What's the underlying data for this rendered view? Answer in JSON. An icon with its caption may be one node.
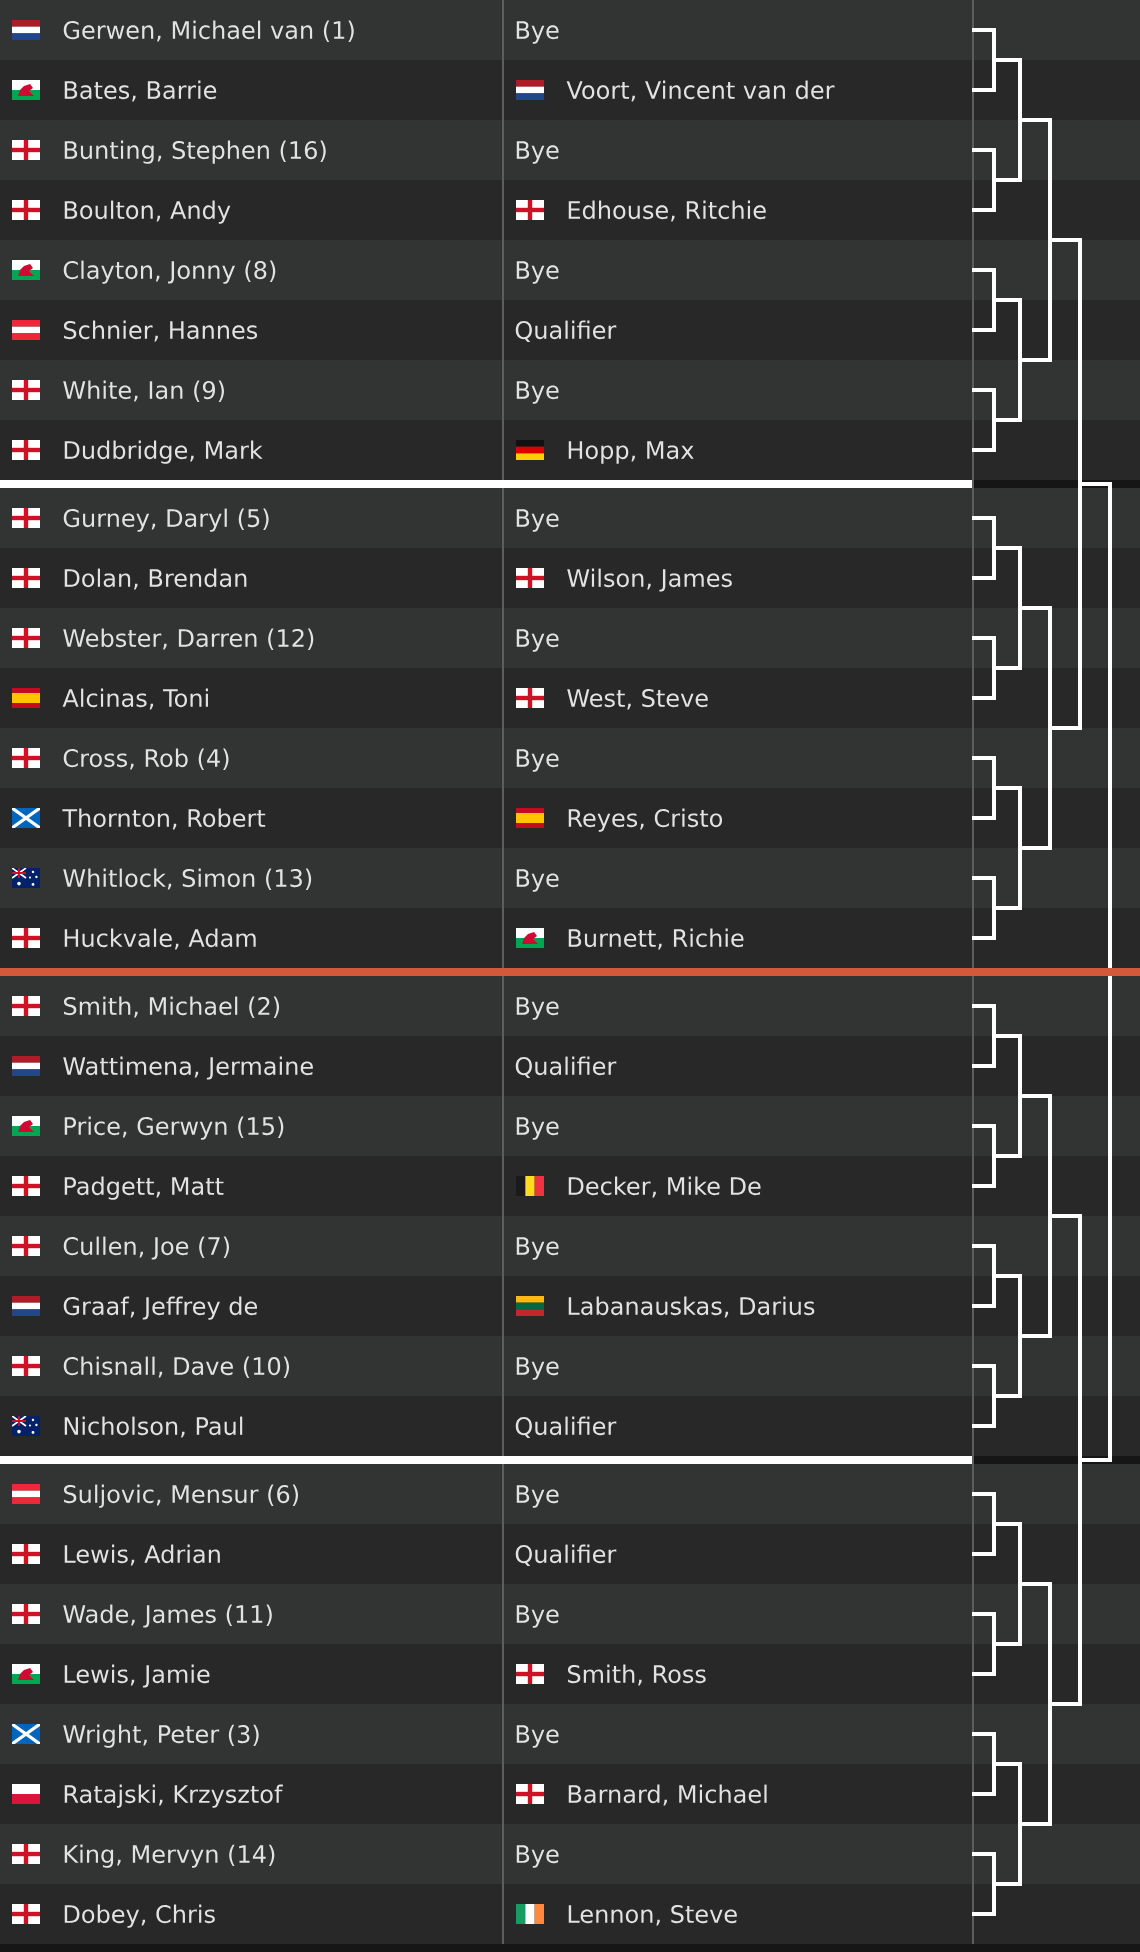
{
  "diagram": {
    "labels": [
      "Gerwen, Michael van (1)",
      "Bye",
      "Bates, Barrie",
      "Voort, Vincent van der",
      "Bunting, Stephen (16)",
      "Bye",
      "Boulton, Andy",
      "Edhouse, Ritchie",
      "Clayton, Jonny (8)",
      "Bye",
      "Schnier, Hannes",
      "Qualifier",
      "White, Ian (9)",
      "Bye",
      "Dudbridge, Mark",
      "Hopp, Max",
      "Gurney, Daryl (5)",
      "Bye",
      "Dolan, Brendan",
      "Wilson, James",
      "Webster, Darren (12)",
      "Bye",
      "Alcinas, Toni",
      "West, Steve",
      "Cross, Rob (4)",
      "Bye",
      "Thornton, Robert",
      "Reyes, Cristo",
      "Whitlock, Simon (13)",
      "Bye",
      "Huckvale, Adam",
      "Burnett, Richie",
      "Smith, Michael (2)",
      "Bye",
      "Wattimena, Jermaine",
      "Qualifier",
      "Price, Gerwyn (15)",
      "Bye",
      "Padgett, Matt",
      "Decker, Mike De",
      "Cullen, Joe (7)",
      "Bye",
      "Graaf, Jeffrey de",
      "Labanauskas, Darius",
      "Chisnall, Dave (10)",
      "Bye",
      "Nicholson, Paul",
      "Qualifier",
      "Suljovic, Mensur (6)",
      "Bye",
      "Lewis, Adrian",
      "Qualifier",
      "Wade, James (11)",
      "Bye",
      "Lewis, Jamie",
      "Smith, Ross",
      "Wright, Peter (3)",
      "Bye",
      "Ratajski, Krzysztof",
      "Barnard, Michael",
      "King, Mervyn (14)",
      "Bye",
      "Dobey, Chris",
      "Lennon, Steve"
    ]
  }
}
